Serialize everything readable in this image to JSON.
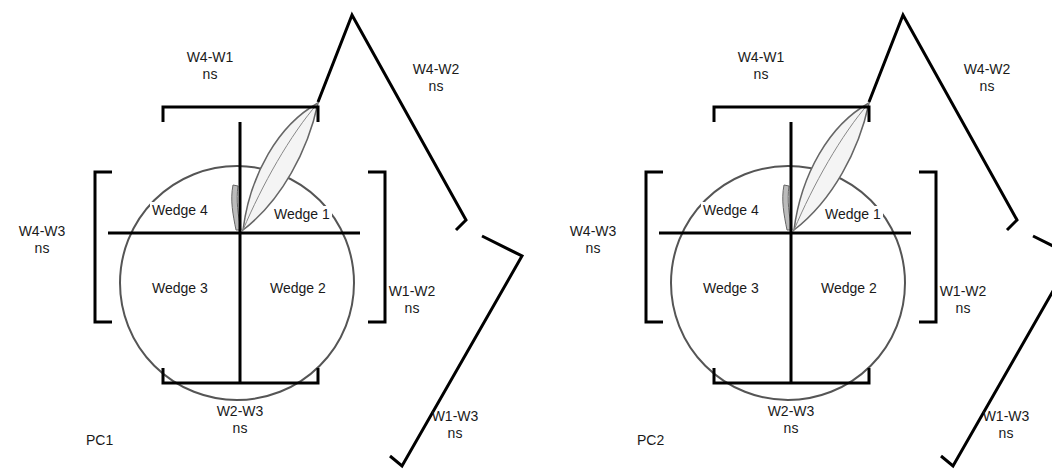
{
  "diagram": {
    "labels": [
      "W4-W1 ns",
      "W4-W2 ns",
      "W4-W3 ns",
      "W1-W2 ns",
      "W1-W3 ns",
      "W2-W3 ns",
      "Wedge 4",
      "Wedge 1",
      "Wedge 3",
      "Wedge 2",
      "PC1",
      "W4-W1 ns",
      "W4-W2 ns",
      "W4-W3 ns",
      "W1-W2 ns",
      "W1-W3 ns",
      "W2-W3 ns",
      "Wedge 4",
      "Wedge 1",
      "Wedge 3",
      "Wedge 2",
      "PC2"
    ]
  }
}
